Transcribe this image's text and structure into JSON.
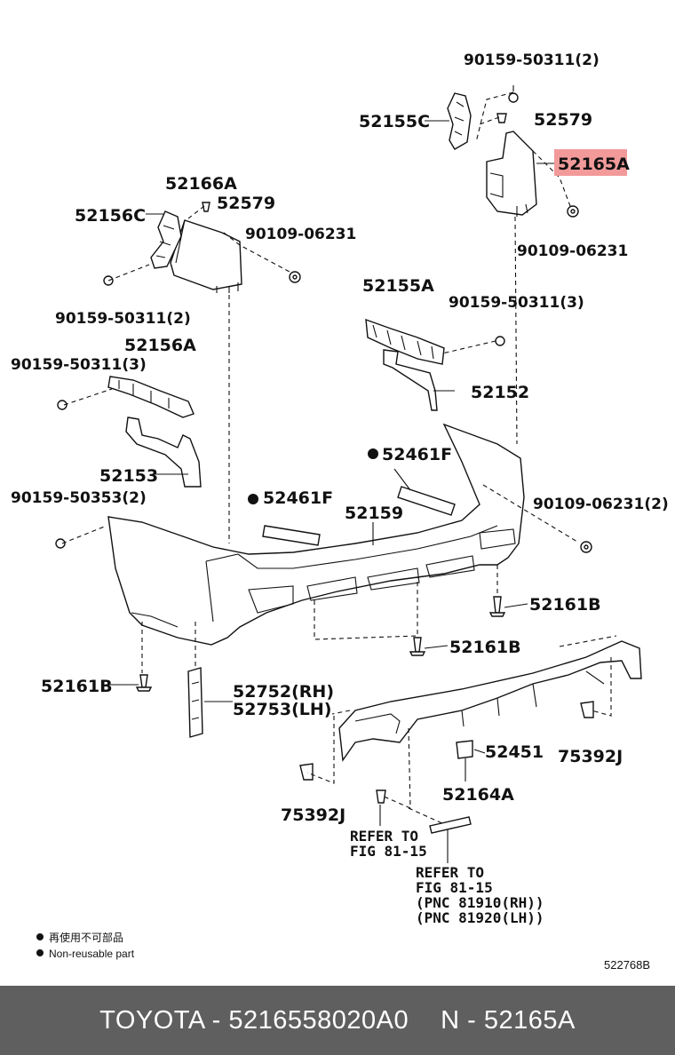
{
  "labels": {
    "p9015950311_2_top": "90159-50311(2)",
    "p52155C": "52155C",
    "p52579_r": "52579",
    "p52165A": "52165A",
    "p90109_06231_r": "90109-06231",
    "p52166A": "52166A",
    "p52579_l": "52579",
    "p52156C": "52156C",
    "p90109_06231_l": "90109-06231",
    "p9015950311_2_l": "90159-50311(2)",
    "p52155A": "52155A",
    "p9015950311_3_r": "90159-50311(3)",
    "p52156A": "52156A",
    "p9015950311_3_l": "90159-50311(3)",
    "p52152": "52152",
    "p52153": "52153",
    "p52461F_r": "52461F",
    "p52461F_l": "52461F",
    "p9010906231_2": "90109-06231(2)",
    "p9015950353_2": "90159-50353(2)",
    "p52159": "52159",
    "p52161B_r": "52161B",
    "p52161B_m": "52161B",
    "p52161B_l": "52161B",
    "p52752": "52752(RH)",
    "p52753": "52753(LH)",
    "p52451": "52451",
    "p75392J_r": "75392J",
    "p52164A": "52164A",
    "p75392J_l": "75392J",
    "refer1_a": "REFER TO",
    "refer1_b": "FIG 81-15",
    "refer2_a": "REFER TO",
    "refer2_b": "FIG 81-15",
    "refer2_c": "(PNC 81910(RH))",
    "refer2_d": "(PNC 81920(LH))"
  },
  "legend": {
    "zh": "再使用不可部品",
    "en": "Non-reusable part"
  },
  "figure_id": "522768B",
  "footer": {
    "brand_part": "TOYOTA - 5216558020A0",
    "pnc": "N - 52165A"
  },
  "colors": {
    "highlight": "#f29a9a",
    "footer_bg": "#5f5f5f"
  }
}
